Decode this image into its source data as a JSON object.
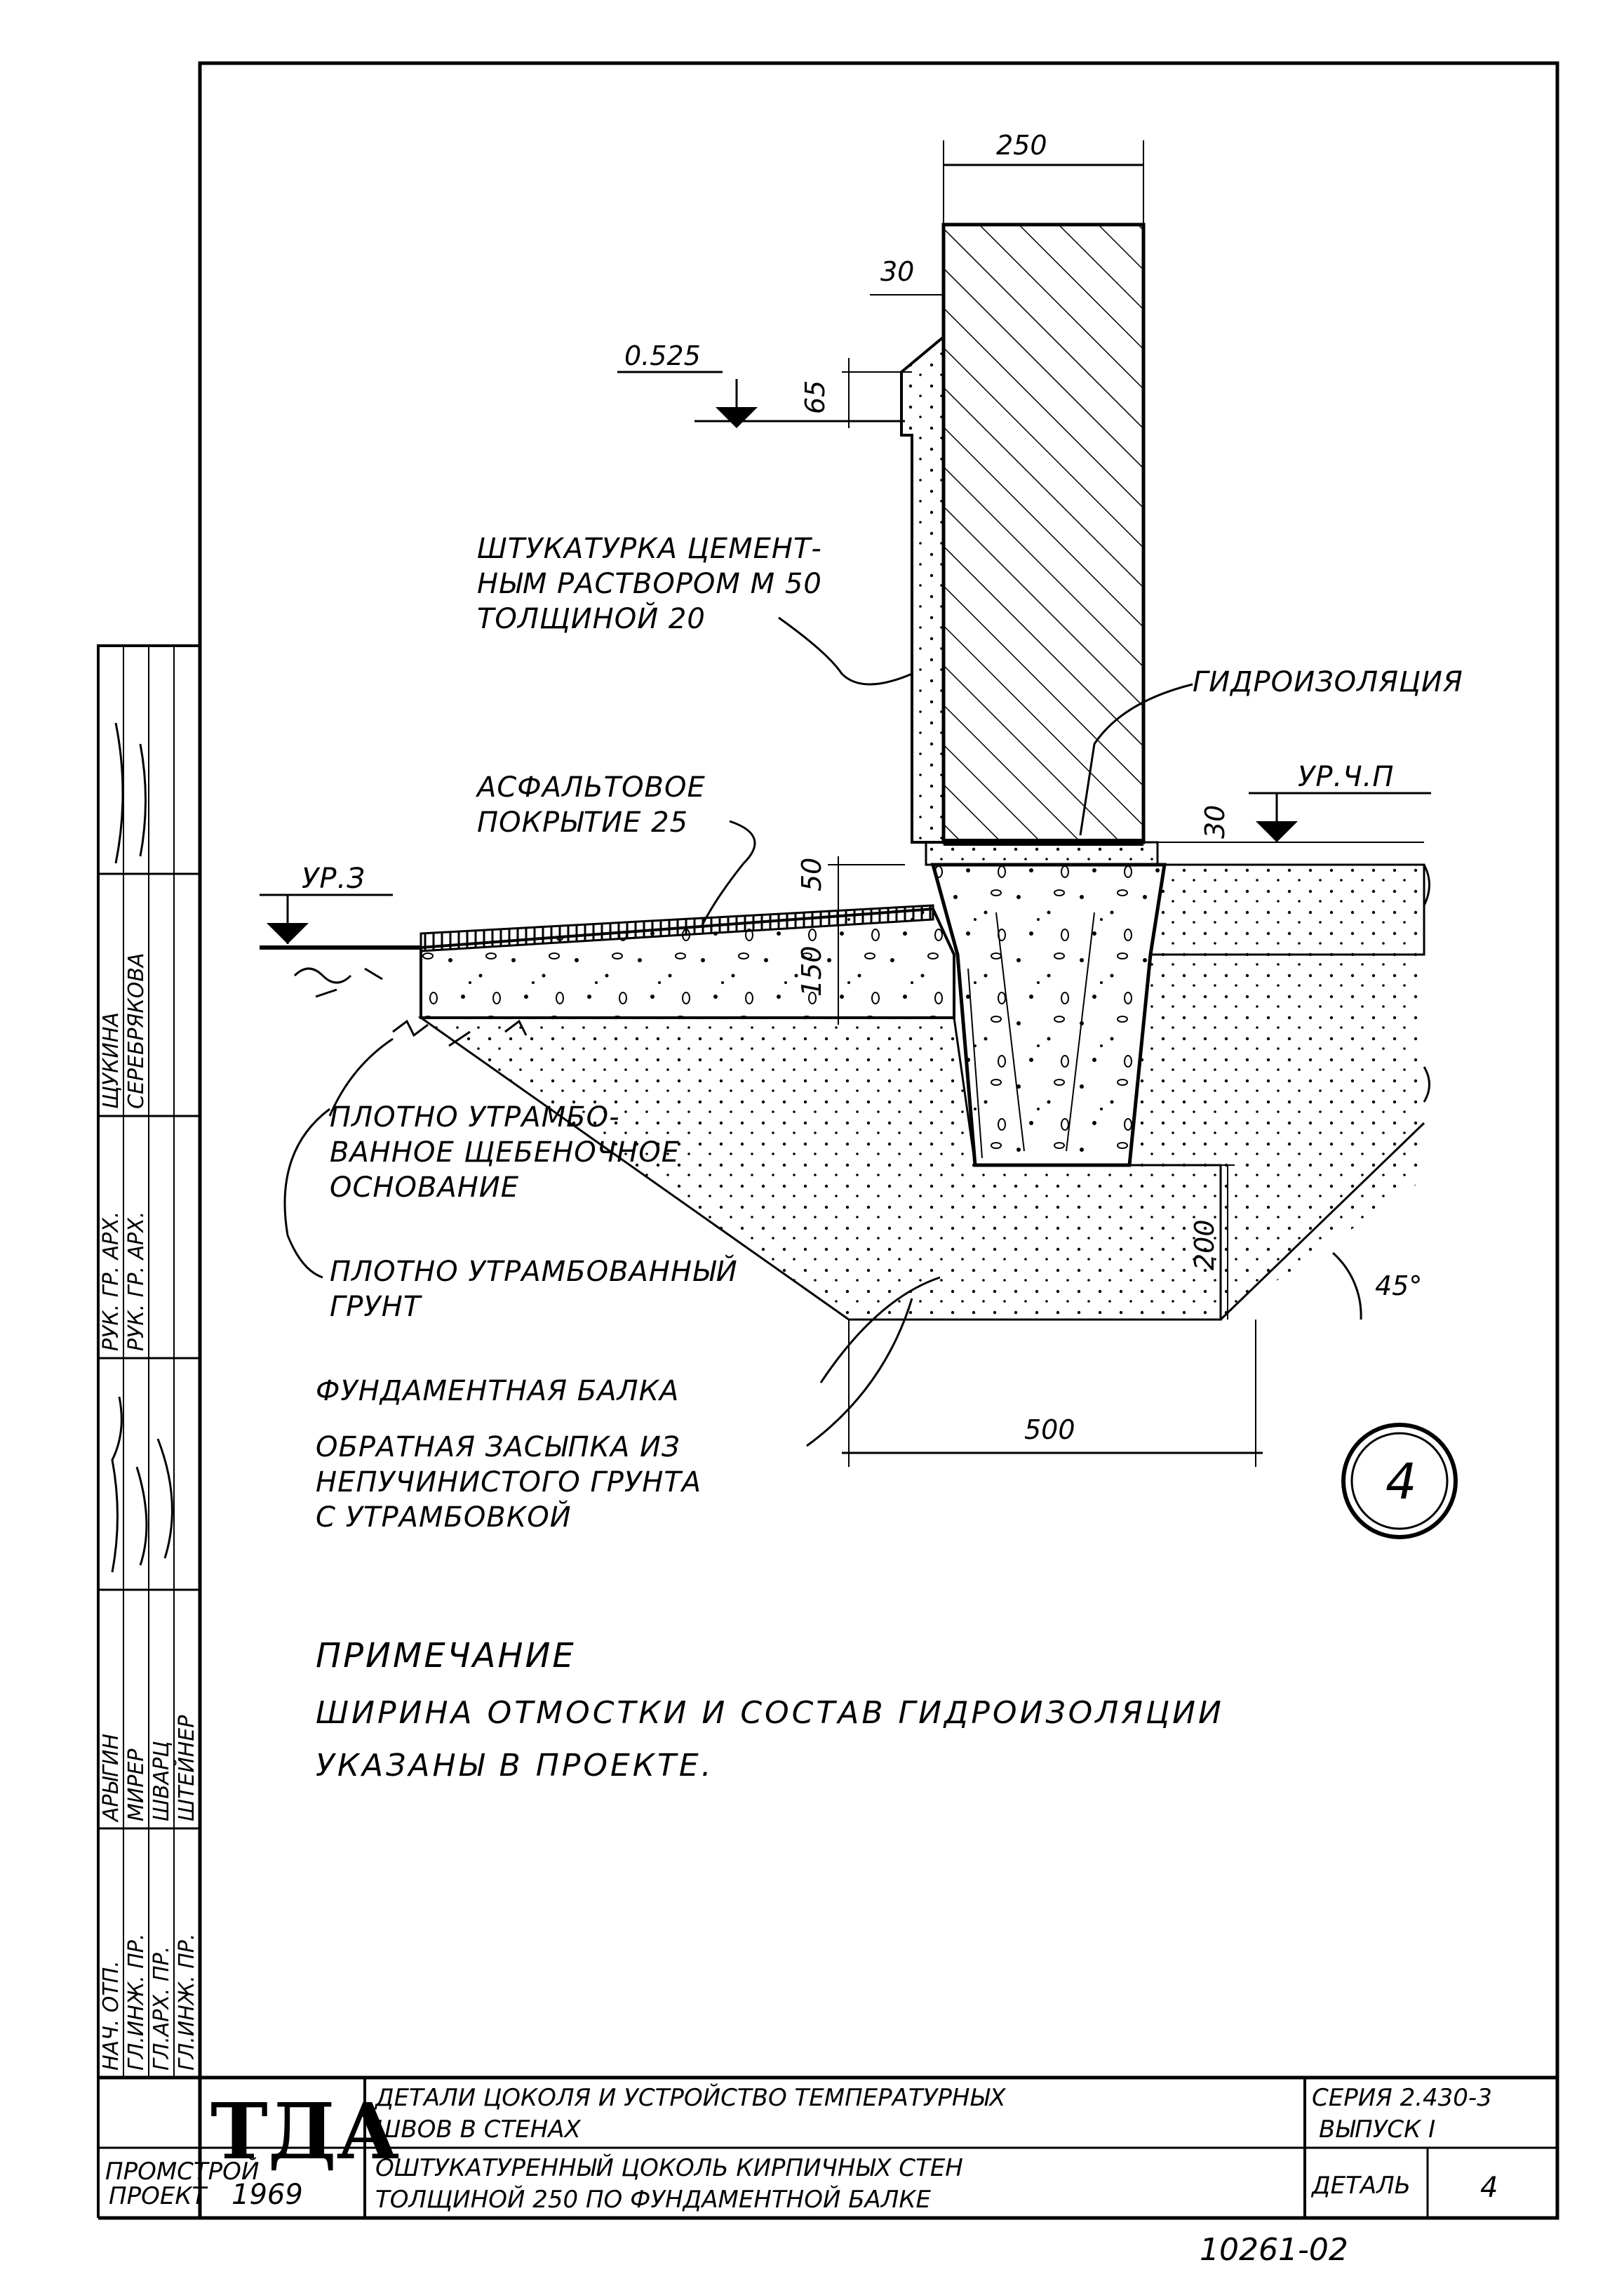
{
  "dimensions": {
    "wall_thickness": "250",
    "plaster_step": "30",
    "level": "0.525",
    "plinth_height": "65",
    "asphalt_height": "50",
    "slab_height": "150",
    "beam_gap": "30",
    "beam_bottom_height": "200",
    "beam_width": "500",
    "angle": "45°"
  },
  "levels": {
    "ground": "УР.З",
    "floor": "УР.Ч.П"
  },
  "labels": {
    "plaster": [
      "ШТУКАТУРКА ЦЕМЕНТ-",
      "НЫМ РАСТВОРОМ М 50",
      "ТОЛЩИНОЙ 20"
    ],
    "waterproofing": "ГИДРОИЗОЛЯЦИЯ",
    "asphalt": [
      "АСФАЛЬТОВОЕ",
      "ПОКРЫТИЕ 25"
    ],
    "crushed_stone": [
      "ПЛОТНО УТРАМБО-",
      "ВАННОЕ ЩЕБЕНОЧНОЕ",
      "ОСНОВАНИЕ"
    ],
    "soil": [
      "ПЛОТНО УТРАМБОВАННЫЙ",
      "ГРУНТ"
    ],
    "beam": "ФУНДАМЕНТНАЯ БАЛКА",
    "backfill": [
      "ОБРАТНАЯ ЗАСЫПКА ИЗ",
      "НЕПУЧИНИСТОГО ГРУНТА",
      "С УТРАМБОВКОЙ"
    ]
  },
  "detail_number": "4",
  "note": {
    "title": "ПРИМЕЧАНИЕ",
    "lines": [
      "ШИРИНА ОТМОСТКИ И СОСТАВ ГИДРОИЗОЛЯЦИИ",
      "УКАЗАНЫ В ПРОЕКТЕ."
    ]
  },
  "side_stamp": {
    "roles": [
      "НАЧ. ОТП.",
      "ГЛ.ИНЖ. ПР.",
      "ГЛ.АРХ. ПР.",
      "ГЛ.ИНЖ. ПР."
    ],
    "names": [
      "АРЫГИН",
      "МИРЕР",
      "ШВАРЦ",
      "ШТЕЙНЕР"
    ],
    "roles2": [
      "РУК. ГР. АРХ.",
      "РУК. ГР. АРХ."
    ],
    "names2": [
      "ЩУКИНА",
      "СЕРЕБРЯКОВА"
    ]
  },
  "title_block": {
    "logo": "ТДА",
    "year": "1969",
    "org": [
      "ПРОМСТРОЙ",
      "ПРОЕКТ"
    ],
    "title1": [
      "ДЕТАЛИ ЦОКОЛЯ И УСТРОЙСТВО ТЕМПЕРАТУРНЫХ",
      "ШВОВ В СТЕНАХ"
    ],
    "title2": [
      "ОШТУКАТУРЕННЫЙ ЦОКОЛЬ КИРПИЧНЫХ СТЕН",
      "ТОЛЩИНОЙ 250 ПО ФУНДАМЕНТНОЙ БАЛКЕ"
    ],
    "series": [
      "СЕРИЯ 2.430-3",
      "ВЫПУСК I"
    ],
    "detail_label": "ДЕТАЛЬ",
    "detail_value": "4"
  },
  "sheet_code": "10261-02"
}
